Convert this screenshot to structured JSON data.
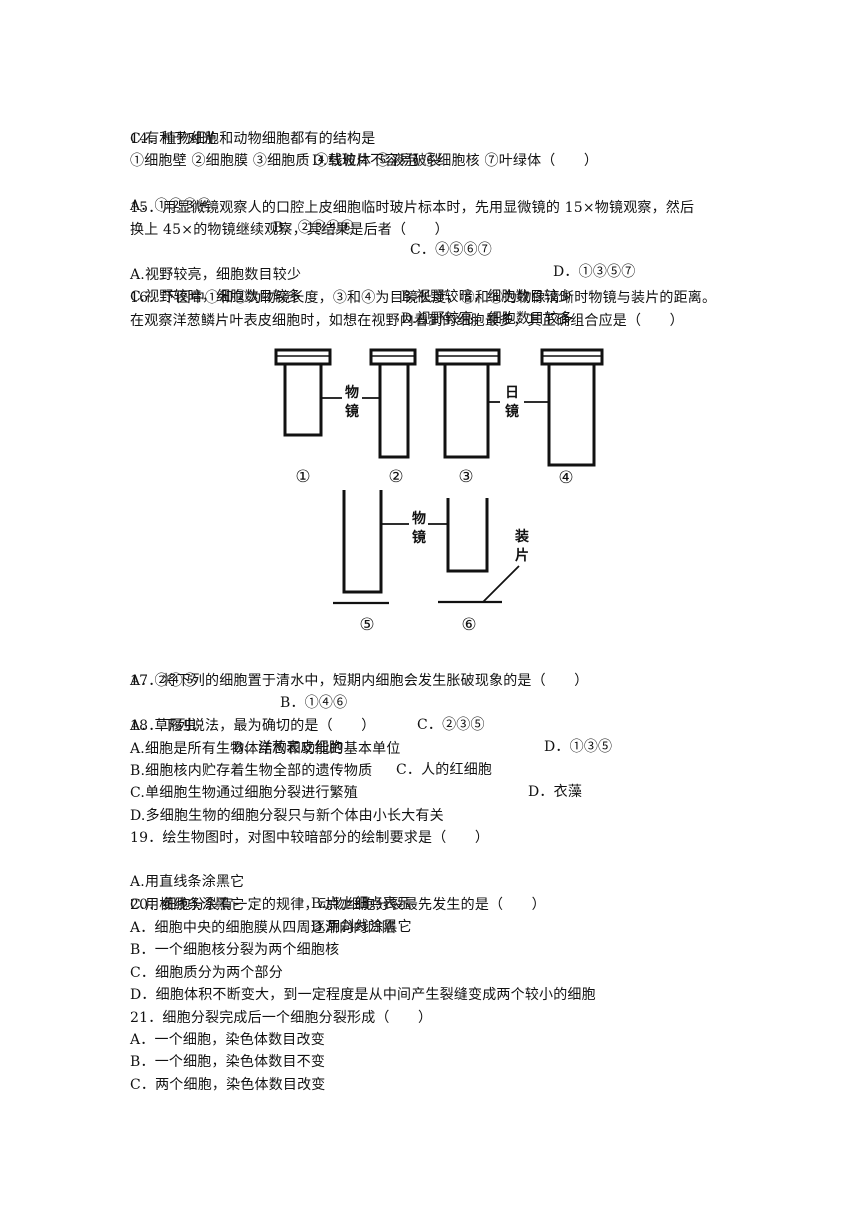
{
  "lines": [
    {
      "text": null,
      "cols": [
        "C.有利于对光",
        "D.载玻片不容易破裂"
      ]
    },
    {
      "text": "14．植物细胞和动物细胞都有的结构是"
    },
    {
      "text": "①细胞壁 ②细胞膜 ③细胞质 ④线粒体 ⑤液泡 ⑥细胞核 ⑦叶绿体（　　）"
    },
    {
      "text": null,
      "cols": [
        "A．①②③④",
        "B．②③④⑥",
        "C．④⑤⑥⑦",
        "D．①③⑤⑦"
      ]
    },
    {
      "text": "15．用显微镜观察人的口腔上皮细胞临时玻片标本时，先用显微镜的 15×物镜观察，然后"
    },
    {
      "text": "换上 45×的物镜继续观察，其结果是后者（　　）"
    },
    {
      "text": null,
      "cols": [
        "A.视野较亮，细胞数目较少",
        "B.视野较暗，细胞数目较少"
      ]
    },
    {
      "text": null,
      "cols": [
        "C.视野较暗，细胞数目较多",
        "D.视野较亮，细胞数目较多"
      ]
    },
    {
      "text": "16．下图中①和②为物镜长度，③和④为目镜长度，⑤和⑥为物像清晰时物镜与装片的距离。"
    },
    {
      "text": "在观察洋葱鳞片叶表皮细胞时，如想在视野内看到的细胞最多，其正确组合应是（　　）"
    }
  ],
  "figure": {
    "label_objective": [
      "物",
      "镜"
    ],
    "label_eyepiece": [
      "日",
      "镜"
    ],
    "label_slide": [
      "装",
      "片"
    ],
    "numbers": [
      "①",
      "②",
      "③",
      "④",
      "⑤",
      "⑥"
    ]
  },
  "lines2": [
    {
      "text": null,
      "cols": [
        "A．②④⑤",
        "B．①④⑥",
        "C．②③⑤",
        "D．①③⑤"
      ]
    },
    {
      "text": "17．将下列的细胞置于清水中，短期内细胞会发生胀破现象的是（　　）"
    },
    {
      "text": null,
      "cols": [
        "A．草履虫",
        "B、洋葱表皮细胞",
        "C．人的红细胞",
        "D．衣藻"
      ]
    },
    {
      "text": "18．下列说法，最为确切的是（　　）"
    },
    {
      "text": "A.细胞是所有生物体结构和功能的基本单位"
    },
    {
      "text": "B.细胞核内贮存着生物全部的遗传物质"
    },
    {
      "text": "C.单细胞生物通过细胞分裂进行繁殖"
    },
    {
      "text": "D.多细胞生物的细胞分裂只与新个体由小长大有关"
    },
    {
      "text": "19．绘生物图时，对图中较暗部分的绘制要求是（　　）"
    },
    {
      "text": null,
      "cols": [
        "A.用直线条涂黑它",
        "B.点上细点表示"
      ]
    },
    {
      "text": null,
      "cols": [
        "C.用横线条涂黑它",
        "D.用斜线涂黑它"
      ]
    },
    {
      "text": "20．细胞分裂有一定的规律，动物细胞分裂最先发生的是（　　）"
    },
    {
      "text": "A．细胞中央的细胞膜从四周逐渐向内凹陷"
    },
    {
      "text": "B．一个细胞核分裂为两个细胞核"
    },
    {
      "text": "C．细胞质分为两个部分"
    },
    {
      "text": "D．细胞体积不断变大，到一定程度是从中间产生裂缝变成两个较小的细胞"
    },
    {
      "text": "21．细胞分裂完成后一个细胞分裂形成（　　）"
    },
    {
      "text": "A．一个细胞，染色体数目改变"
    },
    {
      "text": "B．一个细胞，染色体数目不变"
    },
    {
      "text": "C．两个细胞，染色体数目改变"
    }
  ]
}
